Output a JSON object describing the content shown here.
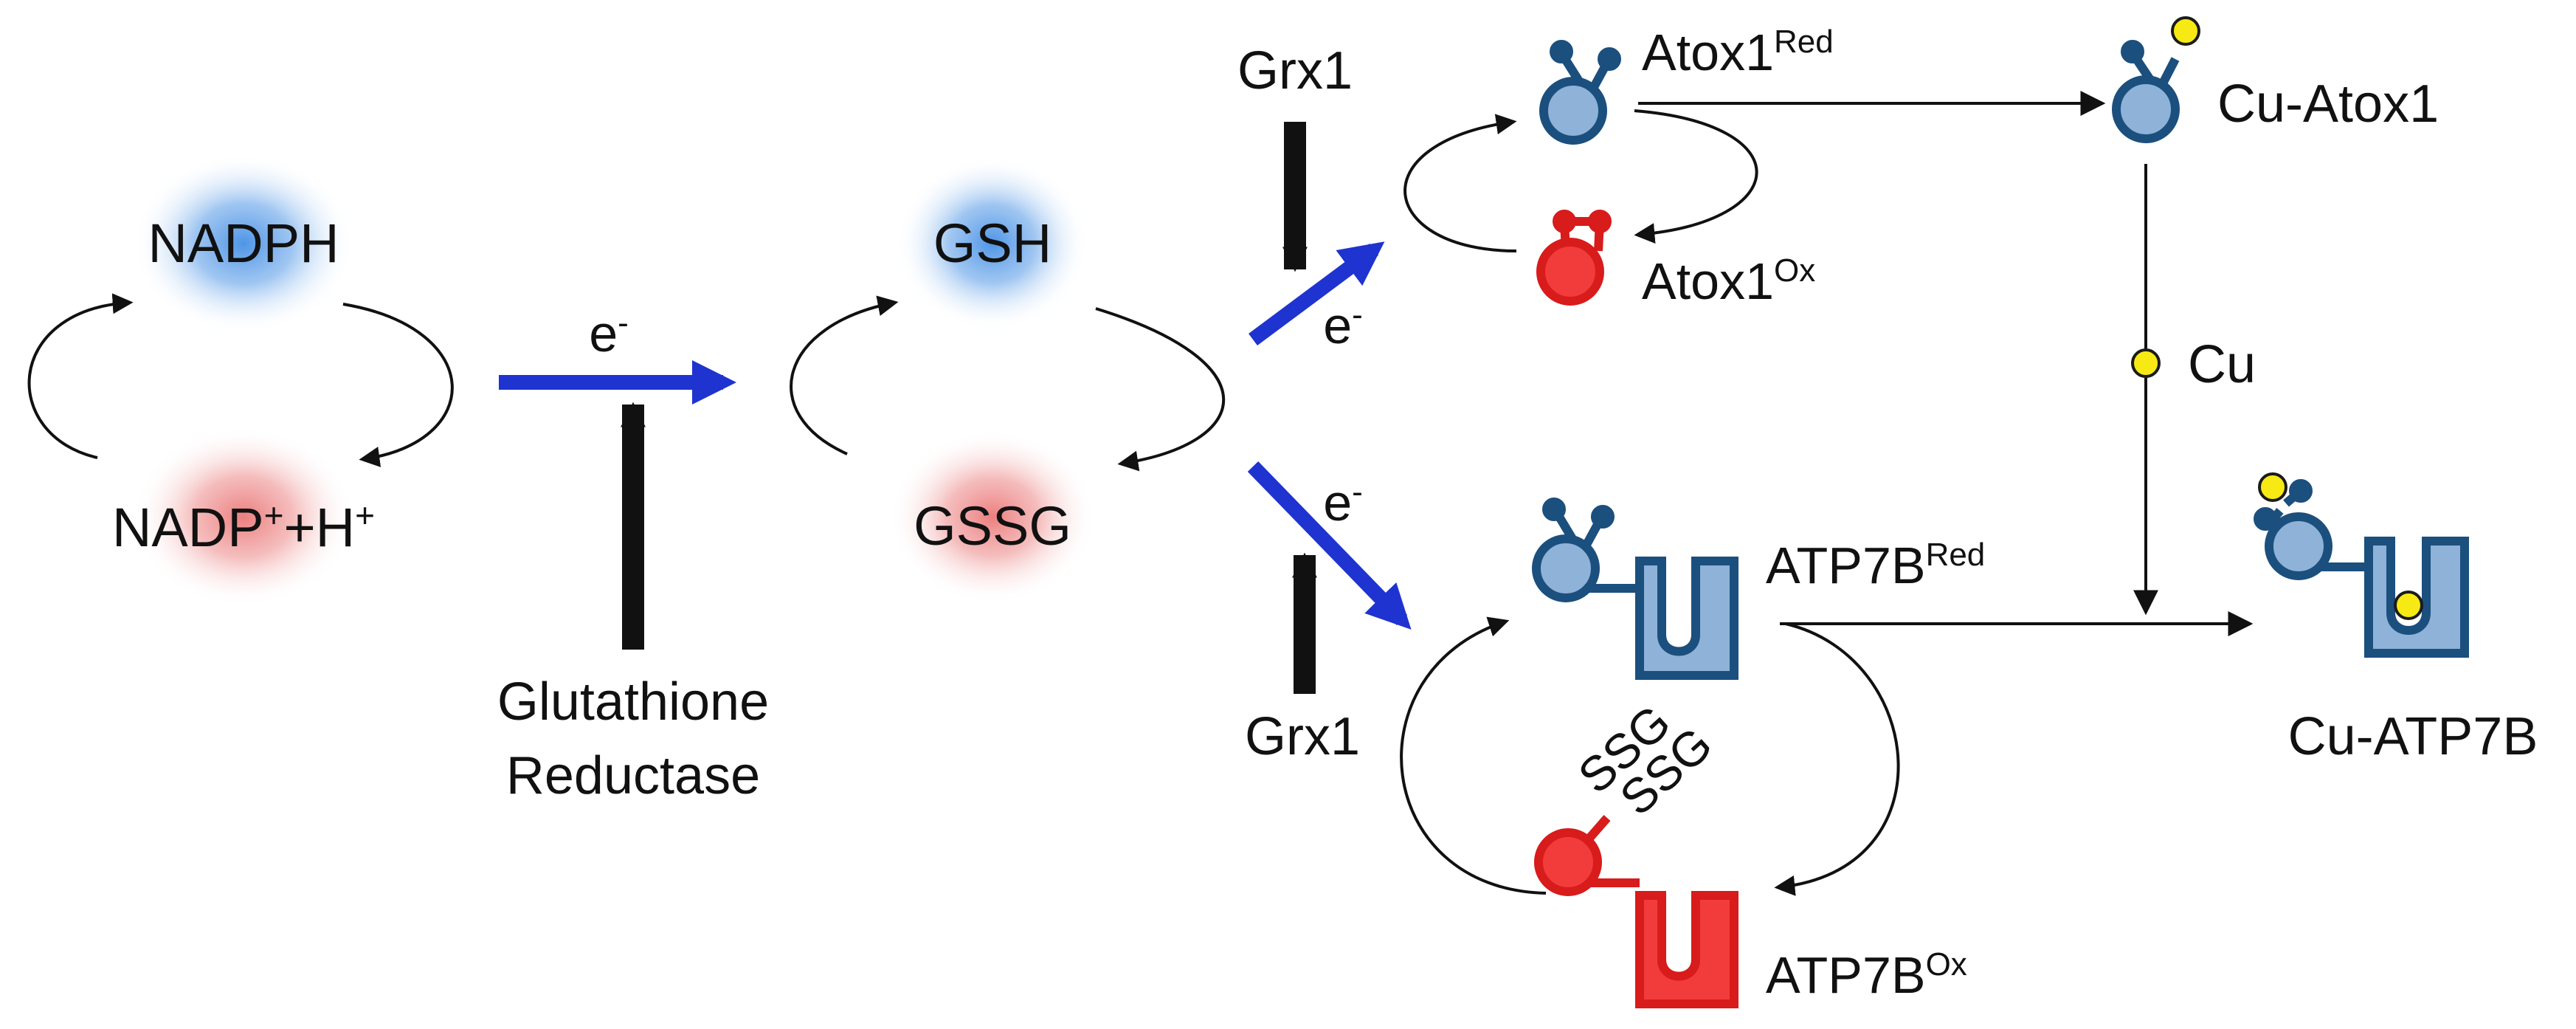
{
  "colors": {
    "electron_arrow": "#1f33d0",
    "reduced_protein": "#8fb2d8",
    "reduced_outline": "#1b4f7e",
    "oxidized_protein": "#f23c3c",
    "oxidized_outline": "#d81b1b",
    "copper": "#f7ea14",
    "reduced_glow": "#7fb3ea",
    "oxidized_glow": "#f0a7a7"
  },
  "glutathione_reductase_cycle": {
    "reduced": "NADPH",
    "oxidized_base": "NADP",
    "oxidized_sup1": "+",
    "oxidized_plus_h": "+H",
    "oxidized_sup2": "+",
    "electron": "e",
    "electron_sup": "-",
    "enzyme_line1": "Glutathione",
    "enzyme_line2": "Reductase"
  },
  "glutathione_cycle": {
    "reduced": "GSH",
    "oxidized": "GSSG"
  },
  "atox1_branch": {
    "electron": "e",
    "electron_sup": "-",
    "enzyme": "Grx1",
    "reduced_base": "Atox1",
    "reduced_sup": "Red",
    "oxidized_base": "Atox1",
    "oxidized_sup": "Ox",
    "product": "Cu-Atox1"
  },
  "atp7b_branch": {
    "electron": "e",
    "electron_sup": "-",
    "enzyme": "Grx1",
    "reduced_base": "ATP7B",
    "reduced_sup": "Red",
    "oxidized_base": "ATP7B",
    "oxidized_sup": "Ox",
    "glutathione_tag_1": "SSG",
    "glutathione_tag_2": "SSG",
    "product": "Cu-ATP7B"
  },
  "copper_transfer": {
    "label": "Cu"
  }
}
